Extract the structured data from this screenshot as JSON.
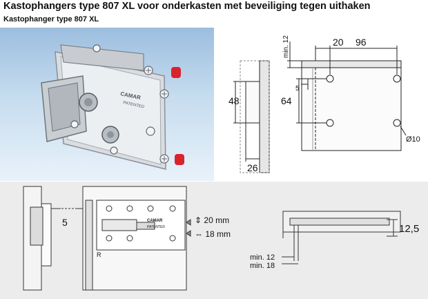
{
  "title": "Kastophangers type 807 XL voor onderkasten met beveiliging tegen uithaken",
  "subtitle": "Kastophanger type 807 XL",
  "product_photo": {
    "brand_stamp": "CAMAR",
    "stamp_text": "PATENTED"
  },
  "top_drawing": {
    "dims": {
      "d20": "20",
      "d96": "96",
      "min12": "min. 12",
      "d48": "48",
      "d64": "64",
      "d5": "5",
      "d26": "26",
      "d10": "Ø10"
    }
  },
  "bottom_drawing": {
    "d5": "5",
    "adjust_up": "⇕ 20 mm",
    "adjust_side": "⇔ 18 mm",
    "plate_stamp": "CAMAR",
    "plate_text": "PATENTED",
    "letter_r": "R",
    "d12_5": "12,5",
    "min12": "min. 12",
    "min18": "min. 18"
  }
}
